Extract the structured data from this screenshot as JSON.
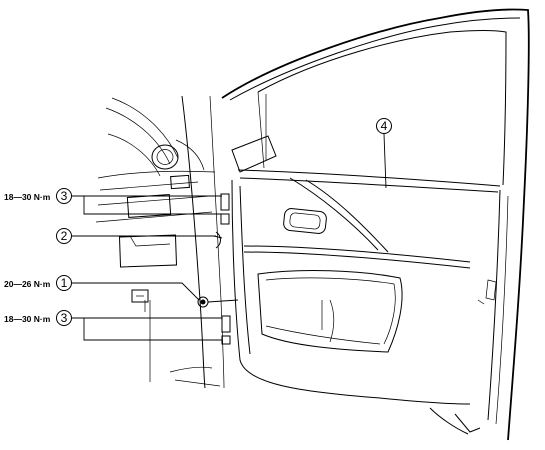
{
  "callouts": {
    "door_trim": {
      "number": "4"
    },
    "upper_hinge": {
      "number": "3",
      "torque": "18—30 N·m"
    },
    "door_check_link": {
      "number": "2"
    },
    "check_link_bolt": {
      "number": "1",
      "torque": "20—26 N·m"
    },
    "lower_hinge": {
      "number": "3",
      "torque": "18—30 N·m"
    }
  }
}
